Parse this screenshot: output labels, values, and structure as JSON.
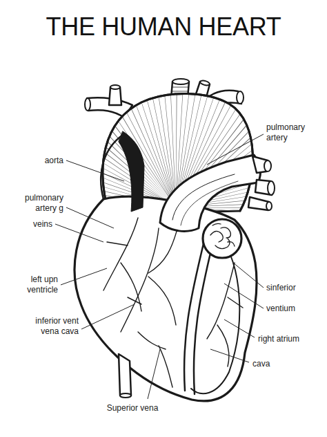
{
  "diagram": {
    "title": "THE HUMAN HEART",
    "labels": [
      "pulmonary artery",
      "aorta",
      "pulmonary artery g",
      "veins",
      "left upn ventricle",
      "inferior vent vena cava",
      "sinferior",
      "ventium",
      "right atrium",
      "cava",
      "Superior vena"
    ]
  }
}
